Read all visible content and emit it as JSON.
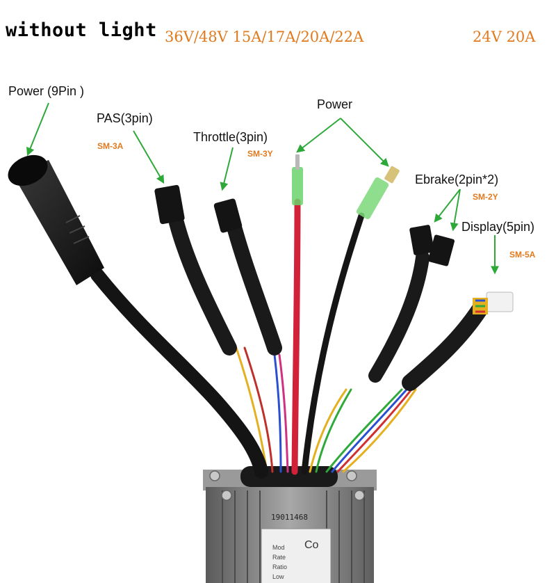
{
  "header": {
    "title": "without  light",
    "spec_left": "36V/48V  15A/17A/20A/22A",
    "spec_right": "24V  20A"
  },
  "labels": {
    "power_9pin": "Power  (9Pin )",
    "pas": "PAS(3pin)",
    "pas_code": "SM-3A",
    "throttle": "Throttle(3pin)",
    "throttle_code": "SM-3Y",
    "power": "Power",
    "ebrake": "Ebrake(2pin*2)",
    "ebrake_code": "SM-2Y",
    "display": "Display(5pin)",
    "display_code": "SM-5A"
  },
  "controller": {
    "serial": "19011468",
    "sticker_fragments": [
      "Co",
      "Mod",
      "Rate",
      "Ratio",
      "Low"
    ]
  },
  "colors": {
    "arrow": "#2fa83a",
    "accent_orange": "#e07a1e",
    "cable_black": "#151515",
    "power_red": "#d1223a"
  }
}
